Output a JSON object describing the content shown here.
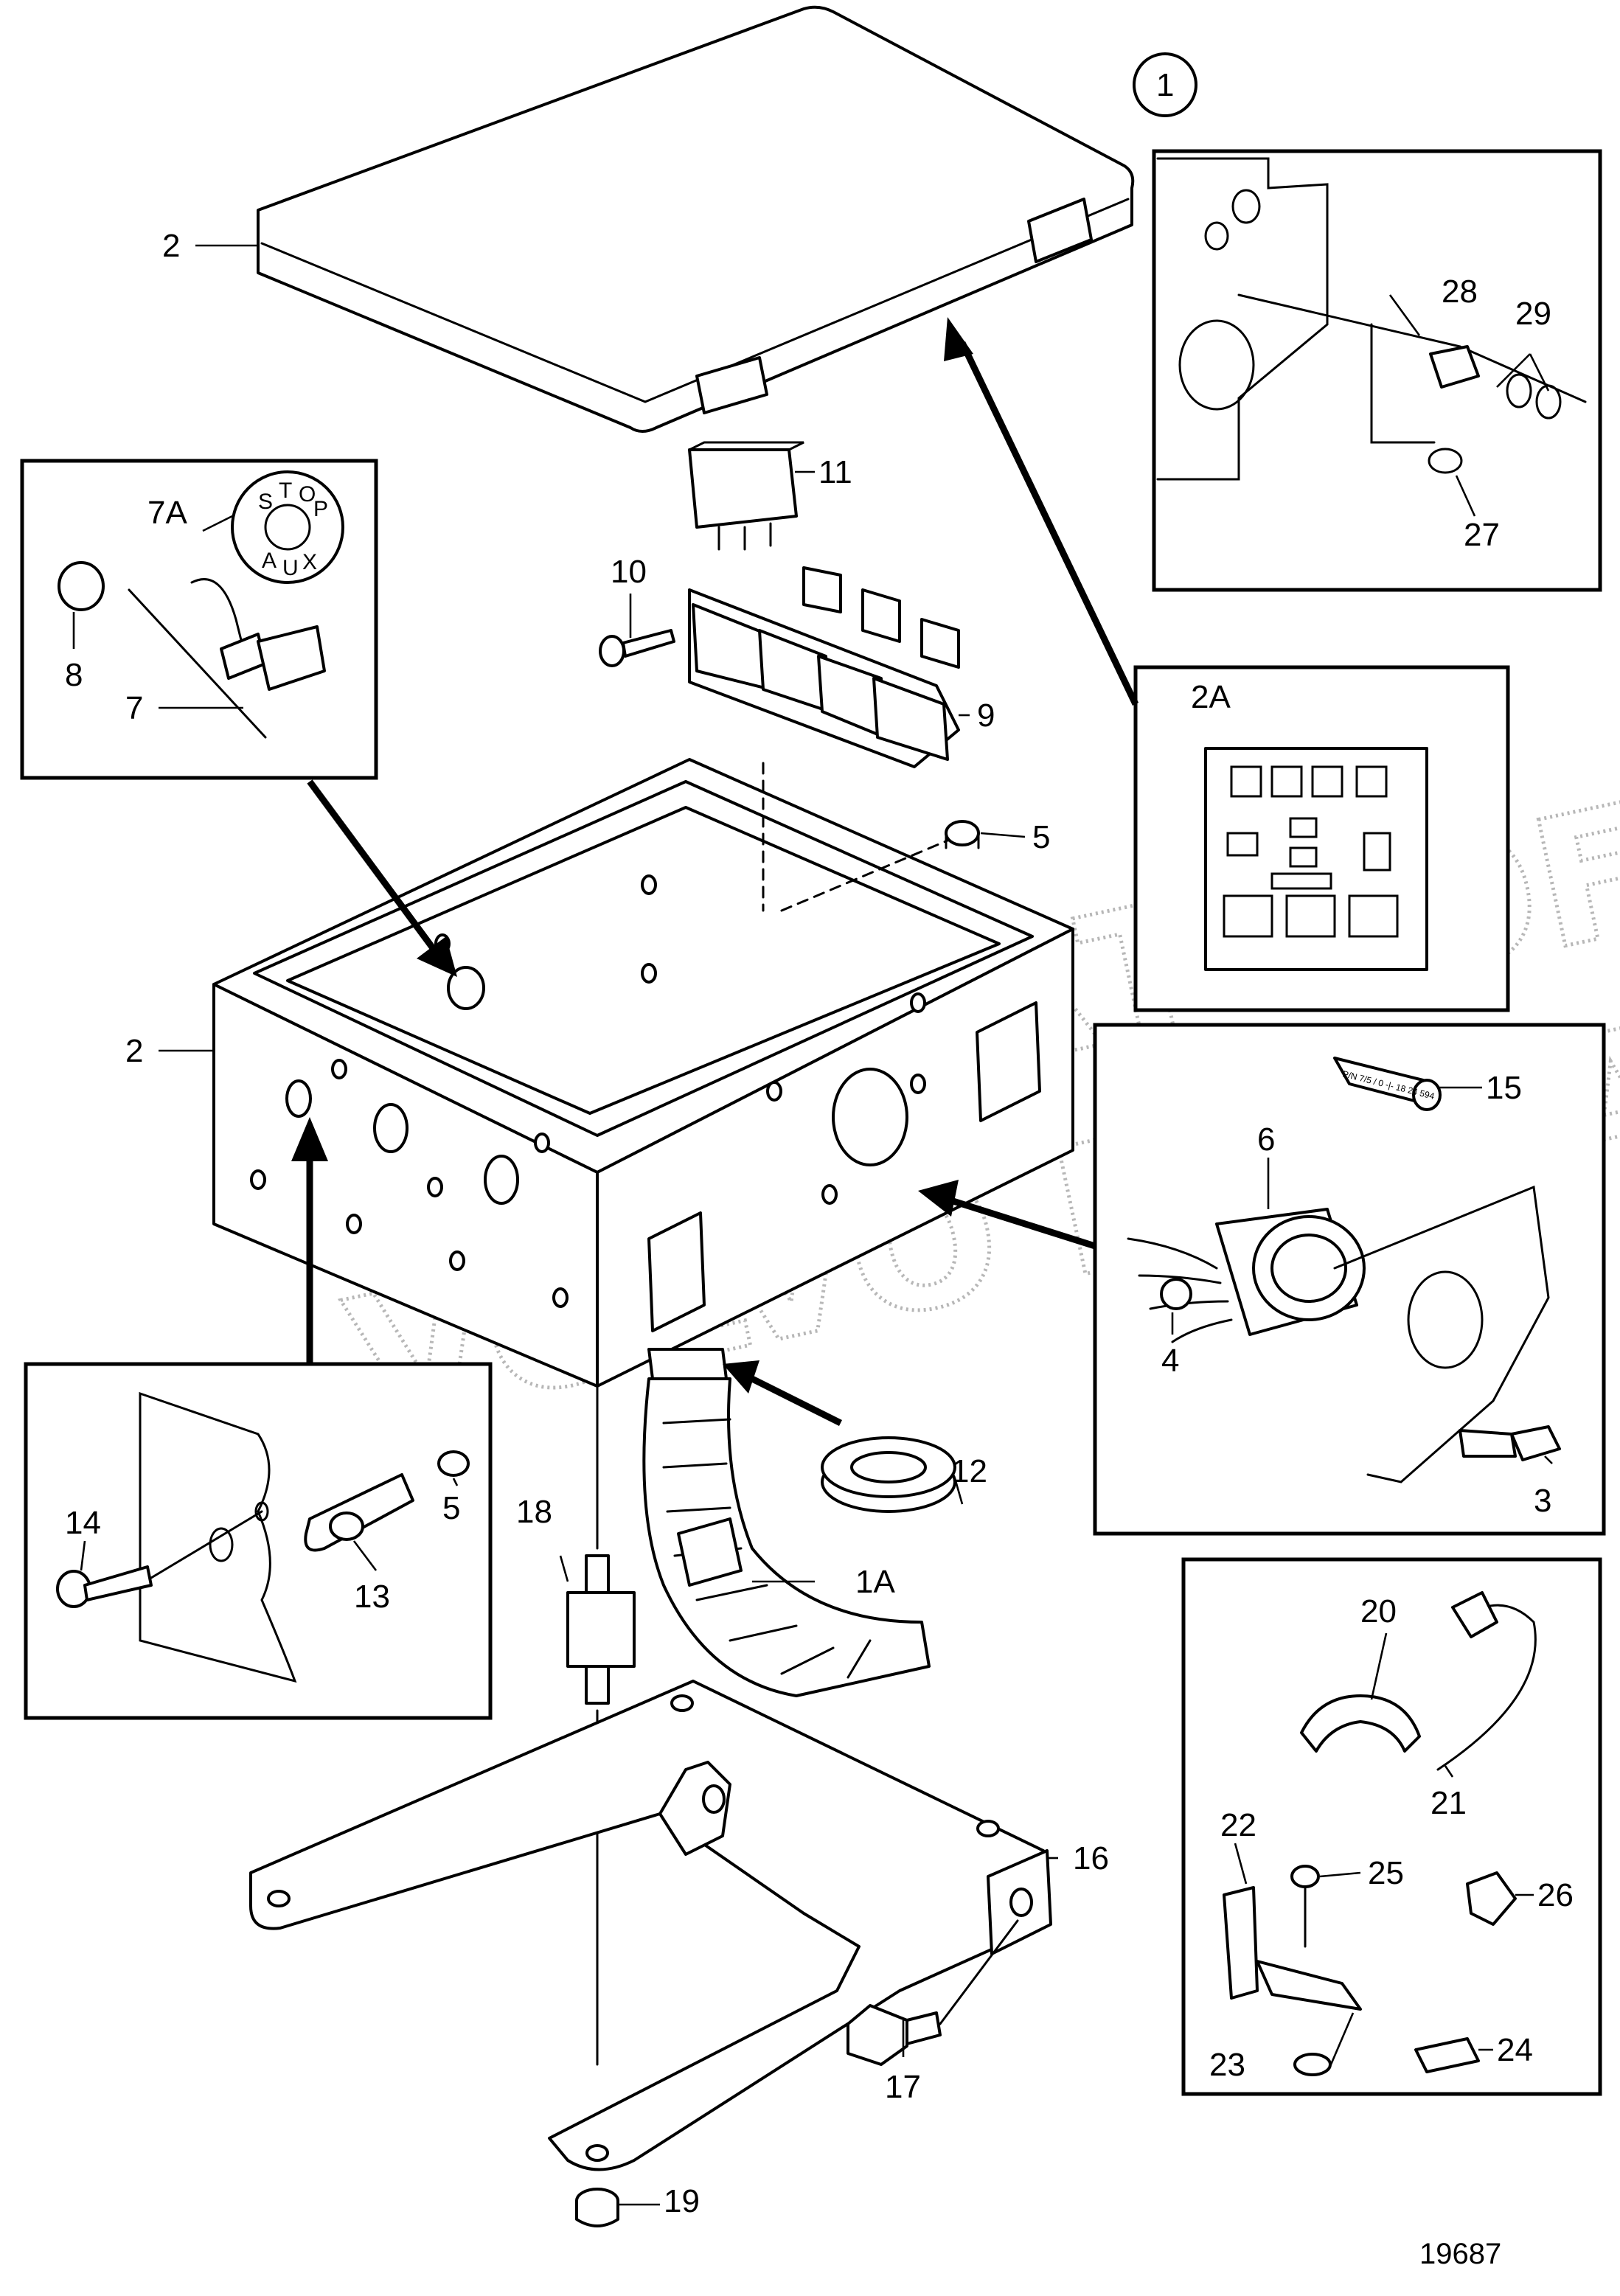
{
  "figure": {
    "number": "19687",
    "watermark_line1": "PROPERTY OF",
    "watermark_line2": "VOLVO PENTA"
  },
  "callouts": {
    "c1": "1",
    "c2_lid": "2",
    "c2_box": "2",
    "c2A": "2A",
    "c1A": "1A",
    "c3": "3",
    "c4": "4",
    "c5_top": "5",
    "c5_inset": "5",
    "c6": "6",
    "c7": "7",
    "c7A": "7A",
    "c8": "8",
    "c9": "9",
    "c10": "10",
    "c11": "11",
    "c12": "12",
    "c13": "13",
    "c14": "14",
    "c15": "15",
    "c16": "16",
    "c17": "17",
    "c18": "18",
    "c19": "19",
    "c20": "20",
    "c21": "21",
    "c22": "22",
    "c23": "23",
    "c24": "24",
    "c25": "25",
    "c26": "26",
    "c27": "27",
    "c28": "28",
    "c29": "29"
  },
  "switch_badge": {
    "s": "S",
    "t": "T",
    "o": "O",
    "p": "P",
    "a": "A",
    "u": "U",
    "x": "X"
  },
  "fuse_marking": "P/N 7/5 / 0 -|- 18 24 594"
}
